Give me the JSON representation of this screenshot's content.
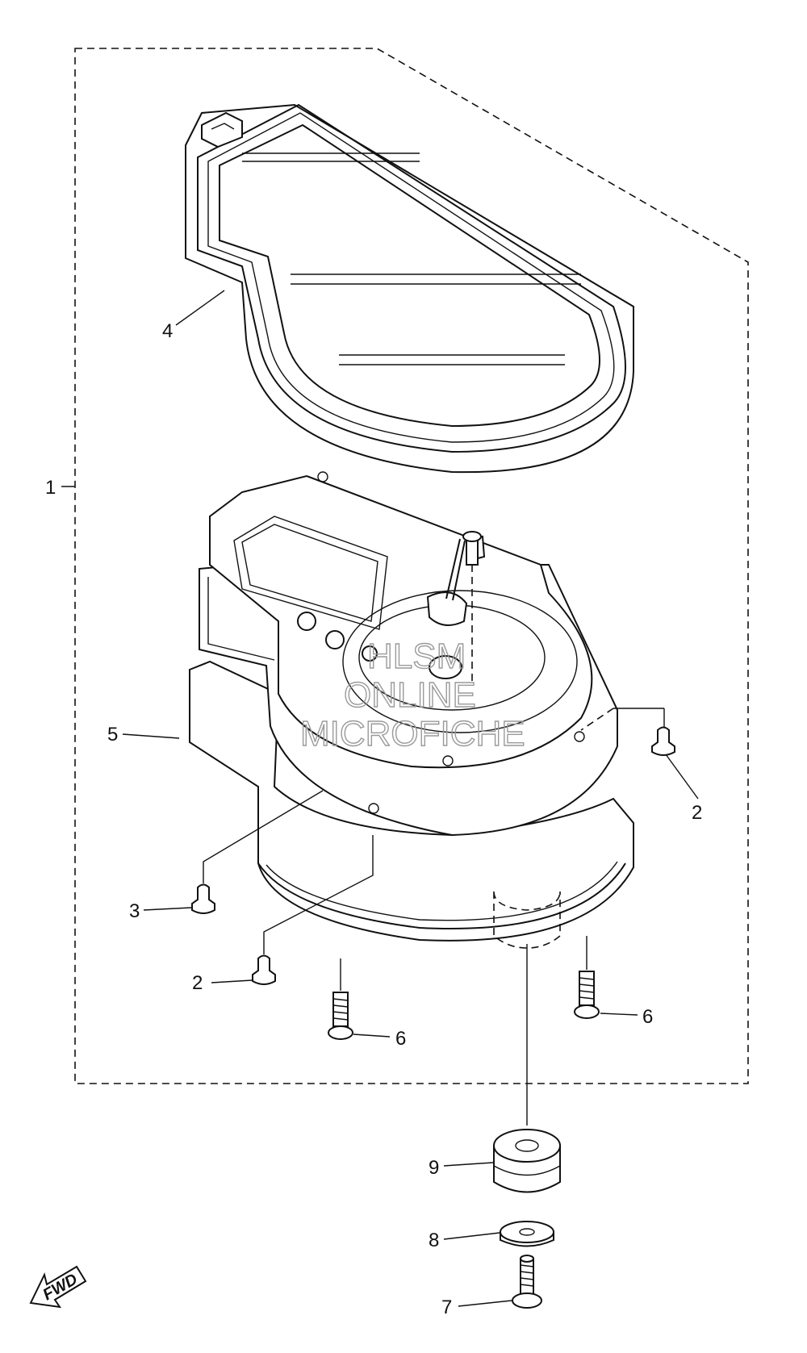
{
  "callouts": {
    "c1": "1",
    "c2a": "2",
    "c2b": "2",
    "c3": "3",
    "c4": "4",
    "c5": "5",
    "c6a": "6",
    "c6b": "6",
    "c7": "7",
    "c8": "8",
    "c9": "9"
  },
  "watermark": {
    "line1": "HLSM",
    "line2": "ONLINE",
    "line3": "MICROFICHE"
  },
  "fwd": {
    "label": "FWD",
    "icon": "fwd-arrow-icon"
  }
}
